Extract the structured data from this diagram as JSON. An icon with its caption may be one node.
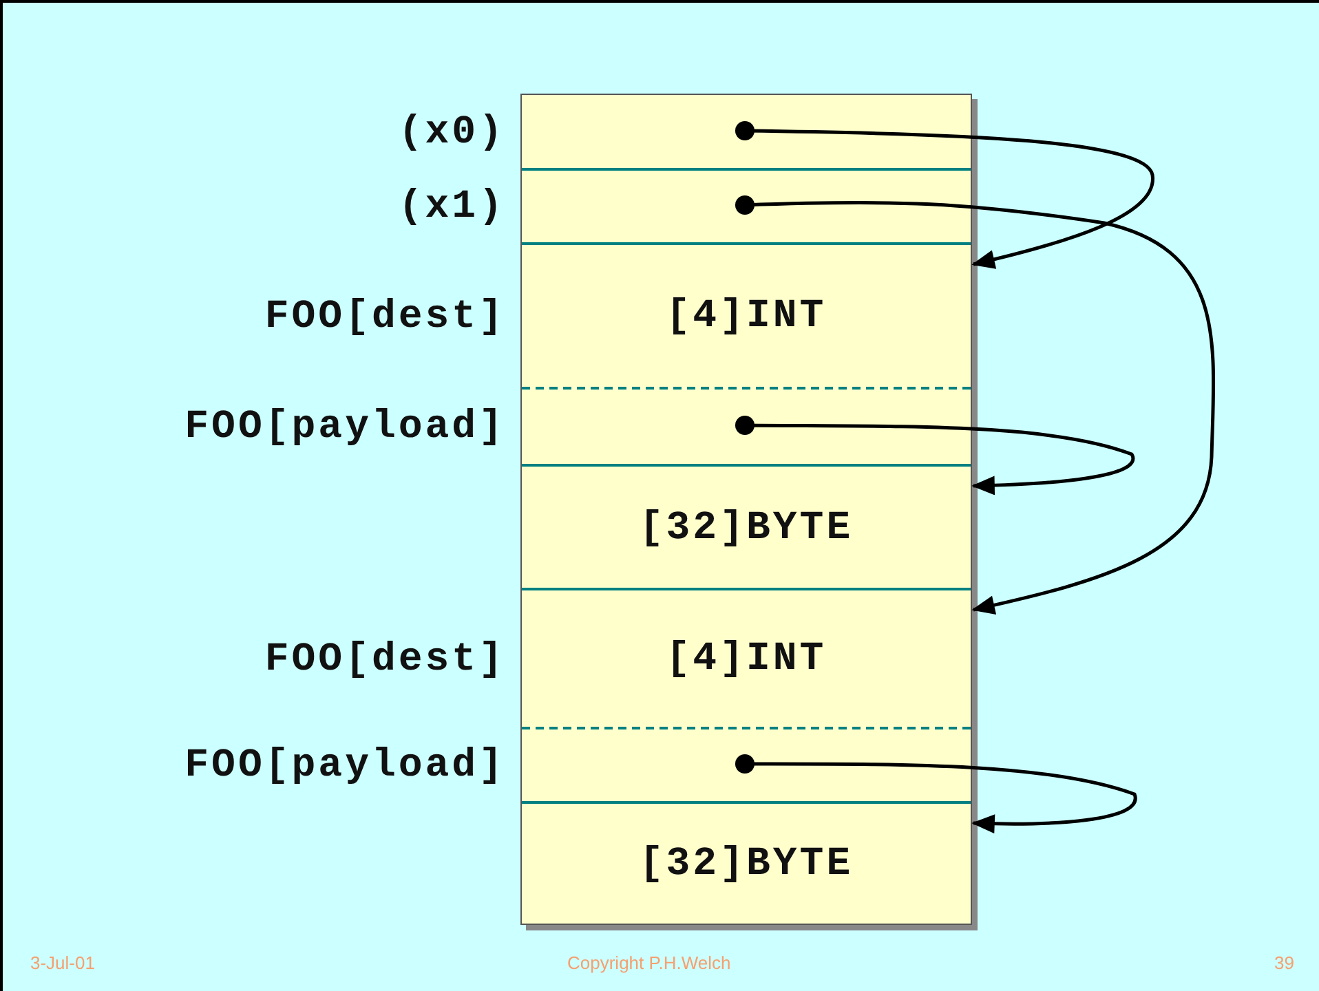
{
  "diagram": {
    "nodes": [
      {
        "text": [],
        "shape": "box"
      },
      {
        "text": [],
        "shape": "box",
        "in": 0,
        "beside": [
          "(x0)"
        ]
      },
      {
        "text": [],
        "shape": "box",
        "in": 0,
        "beside": [
          "(x1)"
        ]
      },
      {
        "text": [
          "[4]INT"
        ],
        "in": 0,
        "beside": [
          "FOO[dest]"
        ]
      },
      {
        "text": [],
        "shape": "box",
        "in": 0,
        "beside": [
          "FOO[payload]"
        ]
      },
      {
        "text": [
          "[32]BYTE"
        ],
        "in": 0
      },
      {
        "text": [
          "[4]INT"
        ],
        "in": 0,
        "beside": [
          "FOO[dest]"
        ]
      },
      {
        "text": [],
        "shape": "box",
        "in": 0,
        "beside": [
          "FOO[payload]"
        ]
      },
      {
        "text": [
          "[32]BYTE"
        ],
        "in": 0
      }
    ],
    "edges": [
      {
        "from": 1,
        "to": 3,
        "arrow": "to"
      },
      {
        "from": 2,
        "to": 6,
        "arrow": "to"
      },
      {
        "from": 4,
        "to": 5,
        "arrow": "to"
      },
      {
        "from": 7,
        "to": 8,
        "arrow": "to"
      }
    ],
    "labels": [
      "3-Jul-01",
      "Copyright P.H.Welch",
      "39"
    ]
  }
}
